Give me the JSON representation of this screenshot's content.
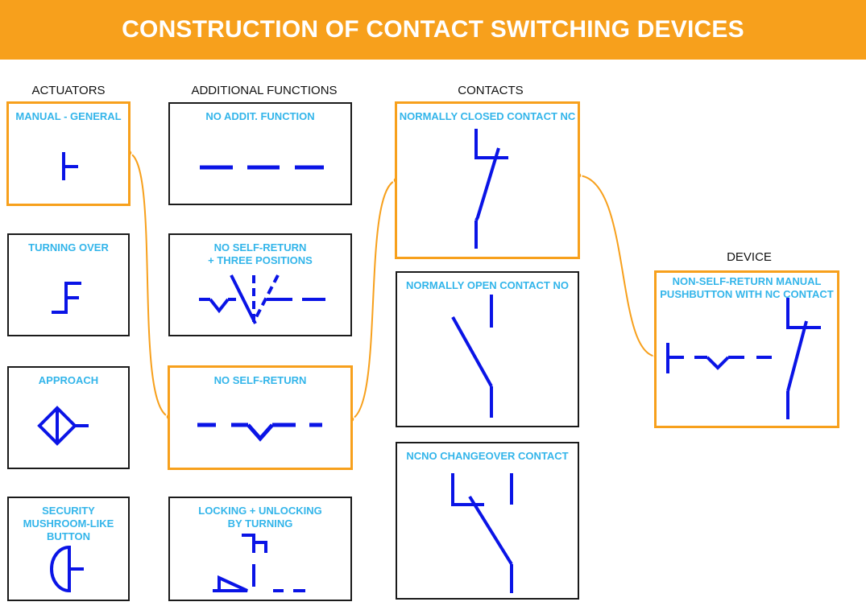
{
  "title": "CONSTRUCTION OF CONTACT SWITCHING DEVICES",
  "columns": {
    "actuators": "ACTUATORS",
    "additional": "ADDITIONAL FUNCTIONS",
    "contacts": "CONTACTS",
    "device": "DEVICE"
  },
  "actuators": [
    {
      "label": "MANUAL - GENERAL",
      "icon": "manual-general-symbol-icon"
    },
    {
      "label": "TURNING OVER",
      "icon": "turning-over-symbol-icon"
    },
    {
      "label": "APPROACH",
      "icon": "approach-symbol-icon"
    },
    {
      "label": "SECURITY\nMUSHROOM-LIKE\nBUTTON",
      "icon": "mushroom-button-symbol-icon"
    }
  ],
  "functions": [
    {
      "label": "NO ADDIT. FUNCTION",
      "icon": "no-function-symbol-icon"
    },
    {
      "label": "NO SELF-RETURN\n+ THREE POSITIONS",
      "icon": "three-positions-symbol-icon"
    },
    {
      "label": "NO SELF-RETURN",
      "icon": "no-self-return-symbol-icon"
    },
    {
      "label": "LOCKING + UNLOCKING\nBY TURNING",
      "icon": "locking-turning-symbol-icon"
    }
  ],
  "contacts": [
    {
      "label": "NORMALLY CLOSED CONTACT NC",
      "icon": "nc-contact-symbol-icon"
    },
    {
      "label": "NORMALLY OPEN CONTACT NO",
      "icon": "no-contact-symbol-icon"
    },
    {
      "label": "NCNO CHANGEOVER CONTACT",
      "icon": "changeover-contact-symbol-icon"
    }
  ],
  "device": {
    "label": "NON-SELF-RETURN MANUAL\nPUSHBUTTON WITH NC CONTACT",
    "icon": "pushbutton-nc-symbol-icon"
  },
  "colors": {
    "accent": "#f7a01c",
    "label": "#33b5ea",
    "symbol": "#0a14e6",
    "border": "#1a1a1a"
  }
}
